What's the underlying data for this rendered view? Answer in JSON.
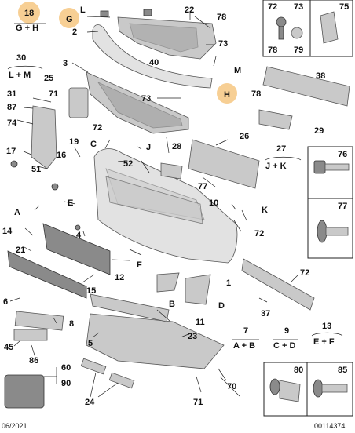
{
  "header": {
    "callout_18": "18",
    "callout_18_sub": "G + H"
  },
  "callouts": {
    "c2": "2",
    "c3": "3",
    "c4": "4",
    "c5": "5",
    "c6": "6",
    "c8": "8",
    "c10": "10",
    "c11": "11",
    "c12": "12",
    "c14": "14",
    "c15": "15",
    "c16": "16",
    "c17": "17",
    "c19": "19",
    "c21": "21",
    "c22": "22",
    "c23": "23",
    "c24": "24",
    "c25": "25",
    "c26": "26",
    "c28": "28",
    "c29": "29",
    "c31": "31",
    "c37": "37",
    "c38": "38",
    "c40": "40",
    "c45": "45",
    "c51": "51",
    "c52": "52",
    "c70": "70",
    "c71a": "71",
    "c71b": "71",
    "c72a": "72",
    "c72b": "72",
    "c72c": "72",
    "c73a": "73",
    "c73b": "73",
    "c74": "74",
    "c77": "77",
    "c78a": "78",
    "c78b": "78",
    "c86": "86",
    "c87": "87",
    "c60": "60",
    "c90": "90",
    "c1": "1",
    "lA": "A",
    "lB": "B",
    "lC": "C",
    "lD": "D",
    "lE": "E",
    "lF": "F",
    "lG": "G",
    "lH": "H",
    "lJ": "J",
    "lK": "K",
    "lL": "L",
    "lM": "M"
  },
  "groups": {
    "g30": "30",
    "g30_sub": "L + M",
    "g27": "27",
    "g27_sub": "J + K",
    "g7": "7",
    "g7_sub": "A + B",
    "g9": "9",
    "g9_sub": "C + D",
    "g13": "13",
    "g13_sub": "E + F"
  },
  "inset_top": {
    "n72": "72",
    "n73": "73",
    "n75": "75",
    "n78": "78",
    "n79": "79"
  },
  "inset_right": {
    "n76": "76",
    "n77": "77"
  },
  "inset_bottom": {
    "n80": "80",
    "n85": "85"
  },
  "footer": {
    "date": "06/2021",
    "ref": "00114374"
  },
  "colors": {
    "highlight": "#f7cf94",
    "part": "#c9c9c9"
  }
}
